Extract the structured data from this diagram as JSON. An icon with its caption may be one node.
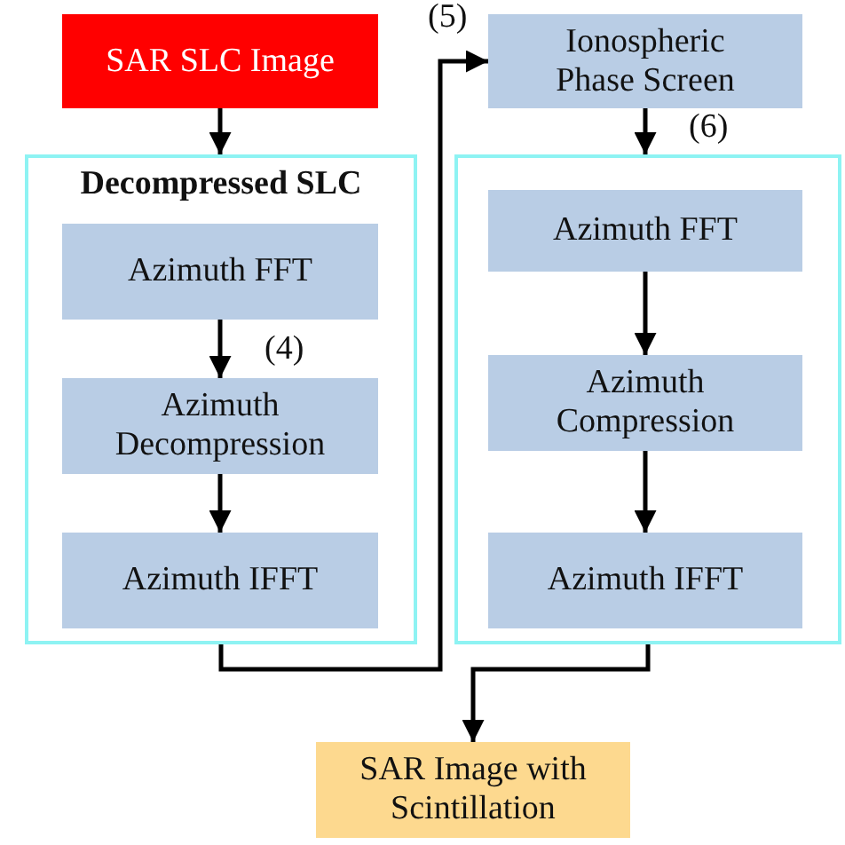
{
  "diagram": {
    "nodes": [
      {
        "text": [
          "SAR SLC Image"
        ]
      },
      {
        "text": [
          "Decompressed SLC"
        ]
      },
      {
        "text": [
          "Azimuth FFT"
        ],
        "in": 1
      },
      {
        "text": [
          "Azimuth Decompression"
        ],
        "in": 1
      },
      {
        "text": [
          "Azimuth IFFT"
        ],
        "in": 1
      },
      {
        "text": [
          "Ionospheric Phase Screen"
        ]
      },
      {
        "text": [],
        "shape": "box"
      },
      {
        "text": [
          "Azimuth FFT"
        ],
        "in": 6
      },
      {
        "text": [
          "Azimuth Compression"
        ],
        "in": 6
      },
      {
        "text": [
          "Azimuth IFFT"
        ],
        "in": 6
      },
      {
        "text": [
          "SAR Image with Scintillation"
        ]
      }
    ],
    "edges": [
      {
        "from": 0,
        "to": 1,
        "arrow": "to"
      },
      {
        "from": 2,
        "to": 3,
        "arrow": "to",
        "label": "(4)"
      },
      {
        "from": 3,
        "to": 4,
        "arrow": "to"
      },
      {
        "from": 1,
        "to": 5,
        "arrow": "to",
        "label": "(5)"
      },
      {
        "from": 5,
        "to": 6,
        "arrow": "to",
        "label": "(6)"
      },
      {
        "from": 7,
        "to": 8,
        "arrow": "to"
      },
      {
        "from": 8,
        "to": 9,
        "arrow": "to"
      },
      {
        "from": 6,
        "to": 10,
        "arrow": "to"
      }
    ]
  }
}
